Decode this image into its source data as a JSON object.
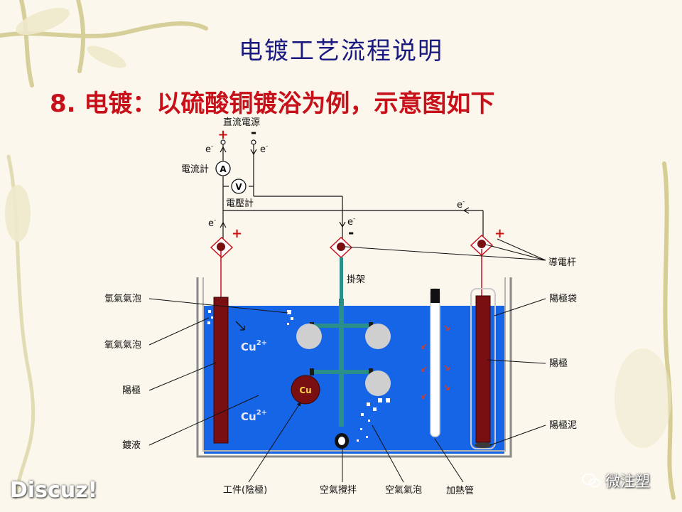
{
  "title": "电镀工艺流程说明",
  "subtitle": "8. 电镀：以硫酸铜镀浴为例，示意图如下",
  "power_source": {
    "label": "直流電源",
    "plus": "+",
    "minus": "-"
  },
  "electron_label": "e",
  "electron_sup": "-",
  "meters": {
    "ammeter_label": "電流計",
    "ammeter_symbol": "A",
    "voltmeter_label": "電壓計",
    "voltmeter_symbol": "V"
  },
  "polarity": {
    "plus": "+",
    "minus": "-"
  },
  "ion": {
    "symbol": "Cu",
    "charge": "2+"
  },
  "workpiece_symbol": "Cu",
  "labels": {
    "hydrogen_bubbles": "氫氣氣泡",
    "oxygen_bubbles": "氧氣氣泡",
    "anode_left": "陽極",
    "plating_solution": "鍍液",
    "workpiece_cathode": "工件(陰極)",
    "air_agitation": "空氣攪拌",
    "air_bubbles": "空氣氣泡",
    "heater_tube": "加熱管",
    "rack": "掛架",
    "conductive_rod": "導電杆",
    "anode_bag": "陽極袋",
    "anode_right": "陽極",
    "anode_sludge": "陽極泥"
  },
  "watermarks": {
    "forum": "Discuz!",
    "wechat": "微注塑"
  },
  "colors": {
    "solution": "#1565e6",
    "anode": "#7a0f12",
    "rack": "#2a8f8a",
    "title": "#1a1a80",
    "subtitle": "#c8101a",
    "polarity_plus": "#cc1111",
    "tank": "#8a8a8a"
  }
}
